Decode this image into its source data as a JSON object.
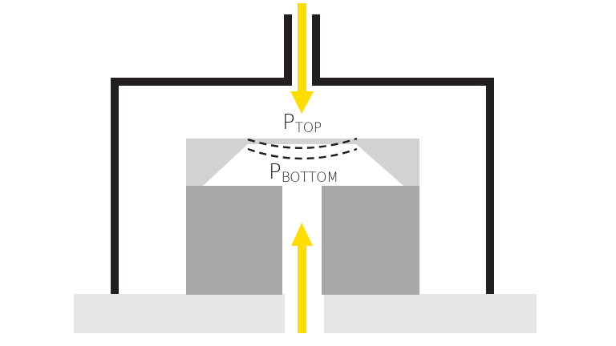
{
  "diagram": {
    "labels": {
      "top": {
        "main": "P",
        "sub": "TOP"
      },
      "bottom": {
        "main": "P",
        "sub": "BOTTOM"
      }
    },
    "colors": {
      "frame": "#231f20",
      "arrow": "#ffdd00",
      "cap": "#d1d2d4",
      "blocks": "#a7a8aa",
      "base": "#e6e7e8",
      "background": "#ffffff",
      "dashes": "#231f20"
    },
    "elements": [
      "housing-frame",
      "inlet-chimney",
      "downward-arrow",
      "membrane-cap",
      "left-block",
      "right-block",
      "base-plate",
      "upward-arrow",
      "diaphragm-dashed-lines"
    ]
  }
}
